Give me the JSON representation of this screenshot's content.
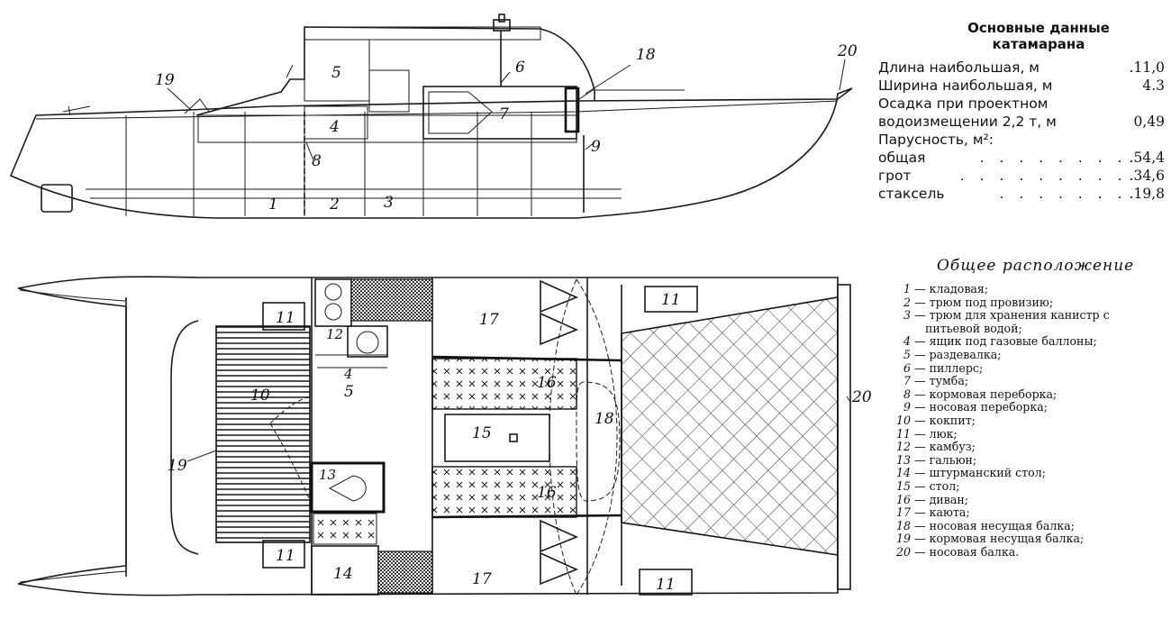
{
  "side_view": {
    "callouts": {
      "n1": "1",
      "n2": "2",
      "n3": "3",
      "n4": "4",
      "n5": "5",
      "n6": "6",
      "n7": "7",
      "n8": "8",
      "n9": "9",
      "n18": "18",
      "n19": "19",
      "n20": "20"
    }
  },
  "plan_view": {
    "callouts": {
      "n4": "4",
      "n5": "5",
      "n10": "10",
      "n11a": "11",
      "n11b": "11",
      "n11c": "11",
      "n11d": "11",
      "n12": "12",
      "n13": "13",
      "n14": "14",
      "n15": "15",
      "n16a": "16",
      "n16b": "16",
      "n17a": "17",
      "n17b": "17",
      "n18": "18",
      "n19": "19",
      "n20": "20"
    }
  },
  "specs": {
    "title_line1": "Основные данные",
    "title_line2": "катамарана",
    "length_label": "Длина наибольшая, м",
    "length_value": ".11,0",
    "width_label": "Ширина наибольшая, м",
    "width_value": "4.3",
    "draft_label_line1": "Осадка при проектном",
    "draft_label_line2": "водоизмещении 2,2 т, м",
    "draft_value": "0,49",
    "sail_label": "Парусность, м²:",
    "total_label": "общая",
    "total_value": ".54,4",
    "main_label": "грот",
    "main_value": ".34,6",
    "jib_label": "стаксель",
    "jib_value": ".19,8"
  },
  "legend": {
    "title": "Общее расположение",
    "items": [
      {
        "num": "1",
        "text": "— кладовая;"
      },
      {
        "num": "2",
        "text": "— трюм под провизию;"
      },
      {
        "num": "3",
        "text": "— трюм для хранения канистр с питьевой водой;"
      },
      {
        "num": "4",
        "text": "— ящик под газовые баллоны;"
      },
      {
        "num": "5",
        "text": "— раздевалка;"
      },
      {
        "num": "6",
        "text": "— пиллерс;"
      },
      {
        "num": "7",
        "text": "— тумба;"
      },
      {
        "num": "8",
        "text": "— кормовая переборка;"
      },
      {
        "num": "9",
        "text": "— носовая переборка;"
      },
      {
        "num": "10",
        "text": "— кокпит;"
      },
      {
        "num": "11",
        "text": "— люк;"
      },
      {
        "num": "12",
        "text": "— камбуз;"
      },
      {
        "num": "13",
        "text": "— гальюн;"
      },
      {
        "num": "14",
        "text": "— штурманский стол;"
      },
      {
        "num": "15",
        "text": "— стол;"
      },
      {
        "num": "16",
        "text": "— диван;"
      },
      {
        "num": "17",
        "text": "— каюта;"
      },
      {
        "num": "18",
        "text": "— носовая несущая балка;"
      },
      {
        "num": "19",
        "text": "— кормовая несущая балка;"
      },
      {
        "num": "20",
        "text": "— носовая балка."
      }
    ]
  }
}
